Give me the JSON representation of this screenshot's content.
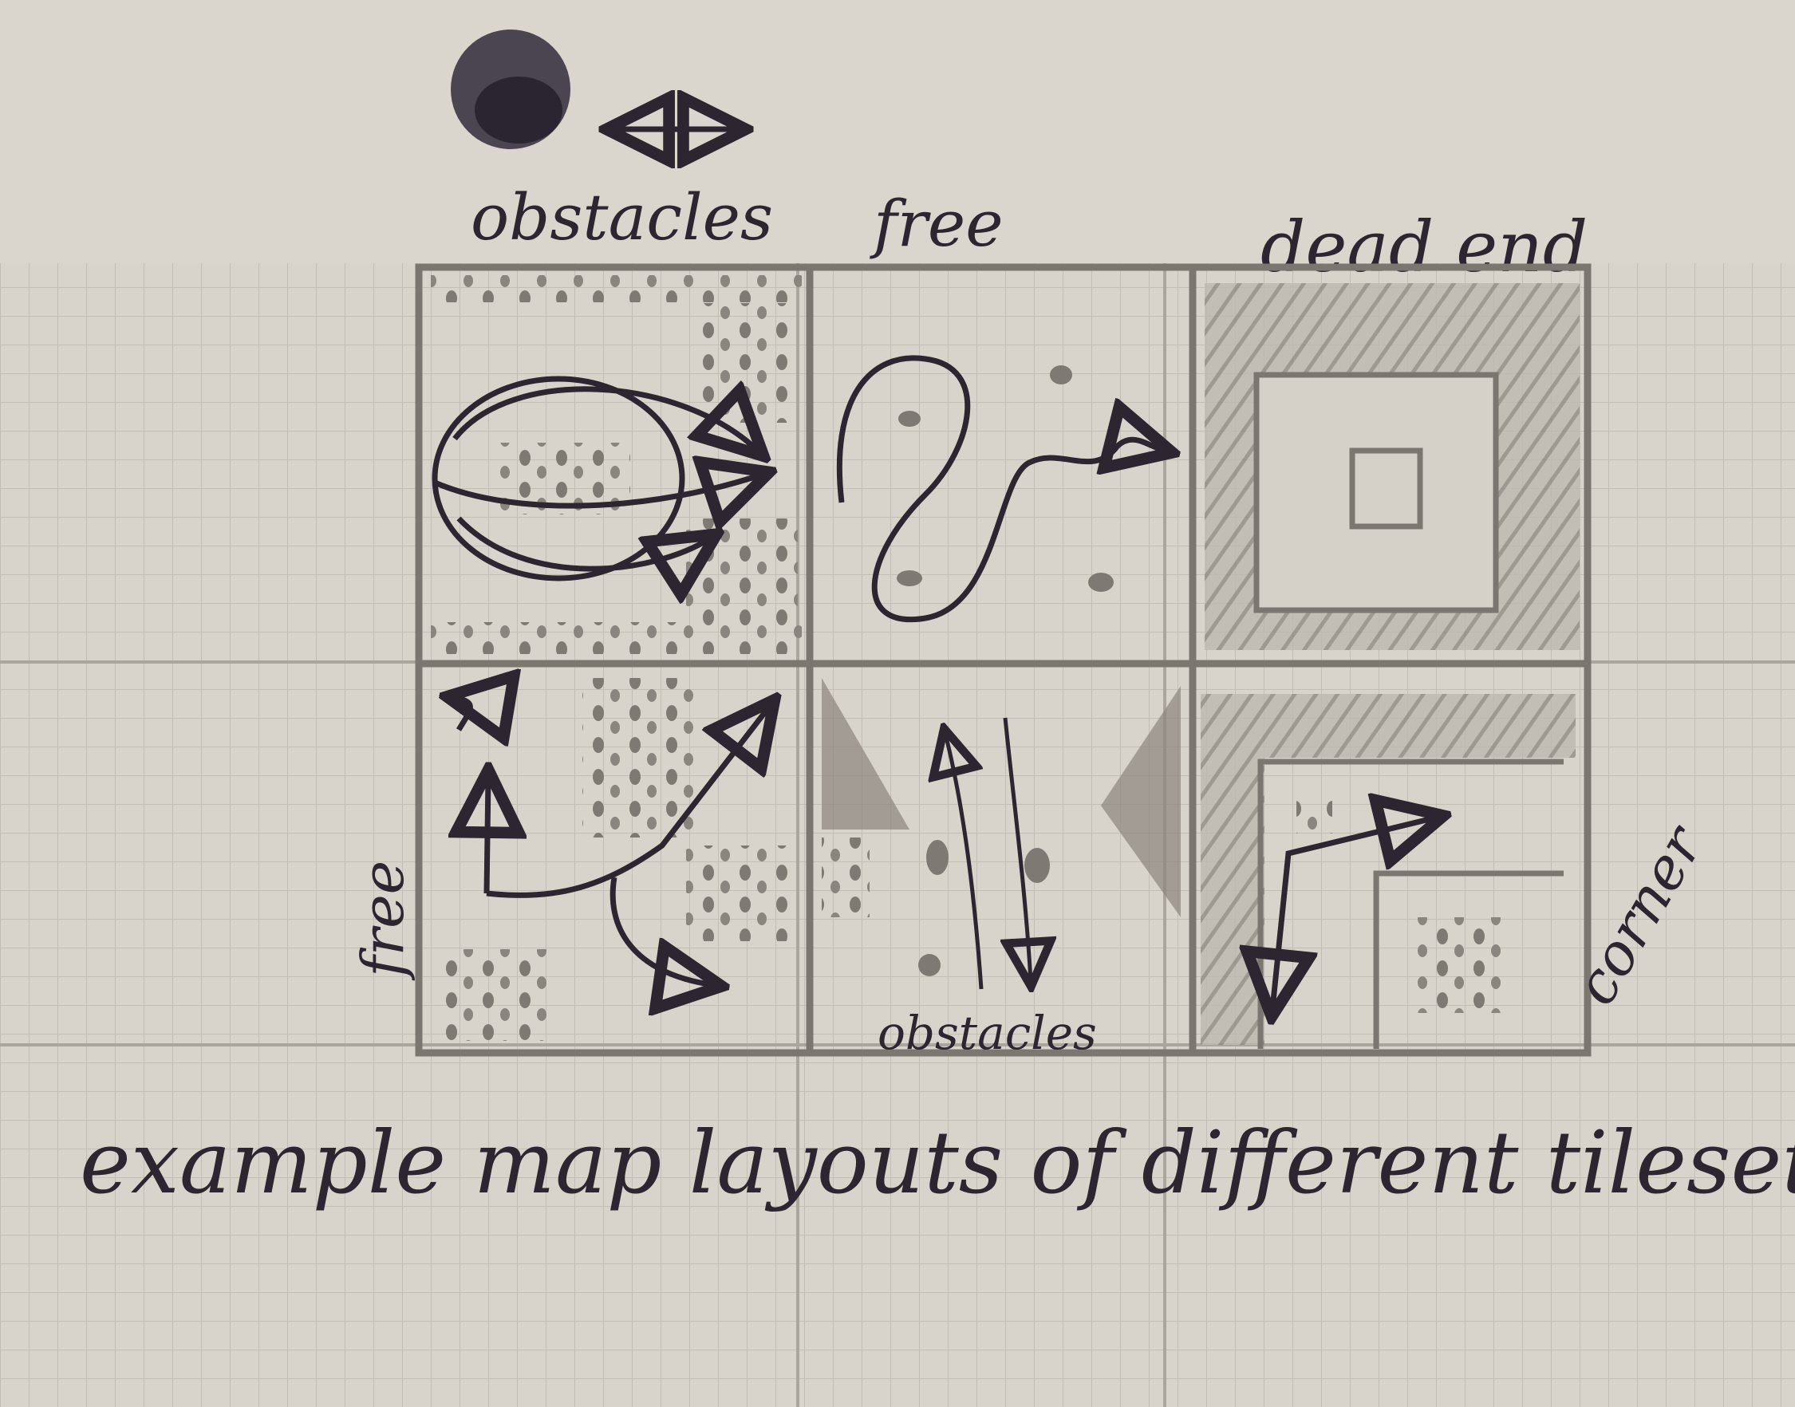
{
  "labels": {
    "top_left": "obstacles",
    "top_middle": "free",
    "top_right": "dead end",
    "left_side": "free",
    "right_side": "corner",
    "bottom_middle": "obstacles",
    "caption": "example map layouts of different tilesets"
  },
  "tiles": [
    {
      "row": 1,
      "col": 1,
      "type": "obstacles"
    },
    {
      "row": 1,
      "col": 2,
      "type": "free"
    },
    {
      "row": 1,
      "col": 3,
      "type": "dead end"
    },
    {
      "row": 2,
      "col": 1,
      "type": "free"
    },
    {
      "row": 2,
      "col": 2,
      "type": "obstacles"
    },
    {
      "row": 2,
      "col": 3,
      "type": "corner"
    }
  ],
  "colors": {
    "paper": "#d9d4cb",
    "grid_line": "#b8b3ab",
    "pencil": "#6f6a63",
    "ink": "#2d2530"
  },
  "icons": {
    "hole_punch": "circle",
    "direction_arrow": "double-headed-arrow"
  }
}
